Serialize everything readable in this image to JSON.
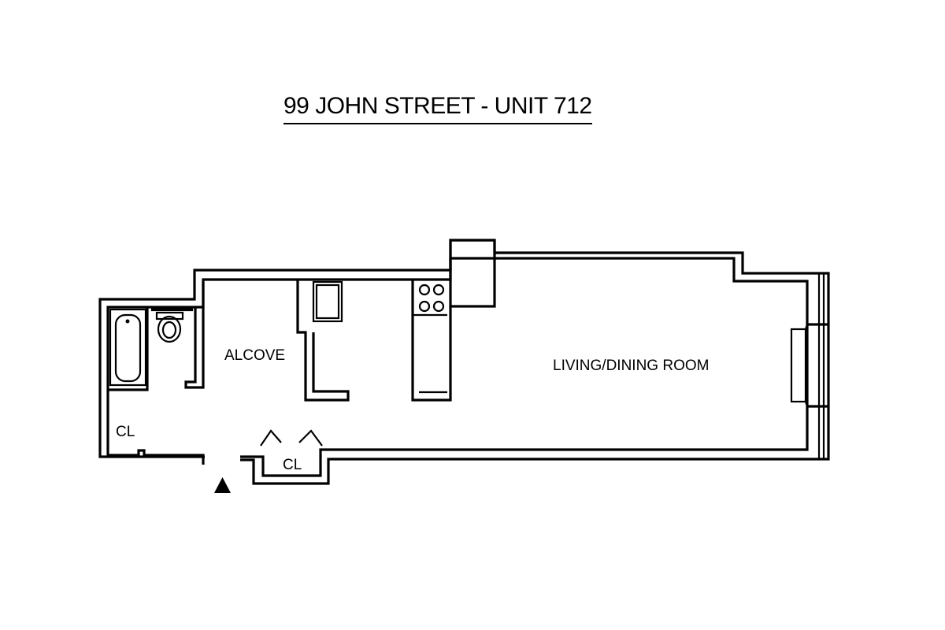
{
  "title": "99 JOHN STREET - UNIT 712",
  "rooms": {
    "alcove": "ALCOVE",
    "living_dining": "LIVING/DINING ROOM",
    "closet_bath": "CL",
    "closet_entry": "CL"
  },
  "icons": {
    "entrance": "entrance-arrow-icon",
    "bathtub": "bathtub-icon",
    "toilet": "toilet-icon",
    "refrigerator": "refrigerator-icon",
    "stove": "stove-icon"
  },
  "colors": {
    "line": "#000000",
    "background": "#ffffff"
  }
}
